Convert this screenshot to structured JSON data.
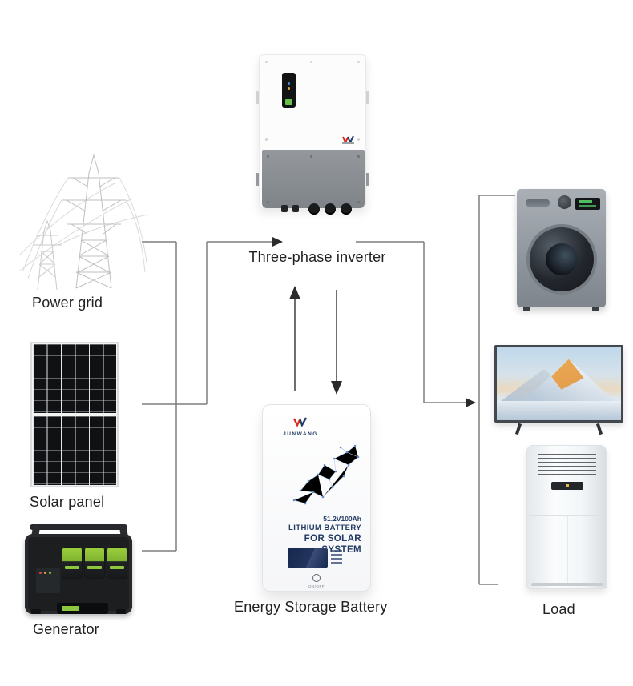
{
  "nodes": {
    "power_grid": {
      "label": "Power grid"
    },
    "solar_panel": {
      "label": "Solar panel"
    },
    "generator": {
      "label": "Generator"
    },
    "inverter": {
      "label": "Three-phase inverter"
    },
    "battery": {
      "label": "Energy Storage Battery"
    },
    "load": {
      "label": "Load"
    }
  },
  "battery_front": {
    "brand": "JUNWANG",
    "spec_line1": "51.2V100Ah",
    "spec_line2": "LITHIUM BATTERY",
    "spec_line3": "FOR SOLAR SYSTEM",
    "switch_label": "ON/OFF"
  },
  "colors": {
    "connector_line": "#7f7f7f",
    "arrowhead": "#2b2b2b",
    "label_text": "#212121",
    "brand_red": "#d9291c",
    "brand_navy": "#223a63",
    "generator_green": "#8dc63f"
  }
}
